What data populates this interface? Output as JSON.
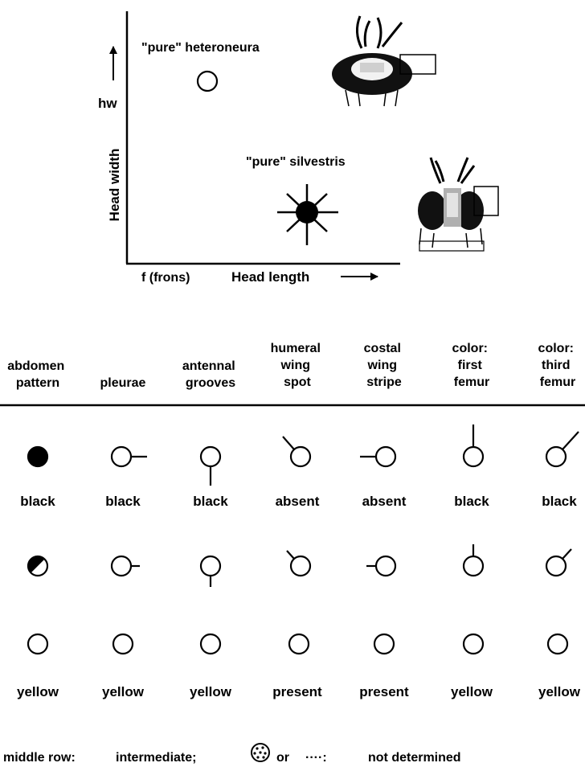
{
  "plot": {
    "hw_label": "hw",
    "y_axis_label": "Head width",
    "x_axis_label": "Head length",
    "f_label": "f (frons)",
    "heteroneura_label": "\"pure\" heteroneura",
    "silvestris_label": "\"pure\" silvestris"
  },
  "columns": [
    {
      "header": [
        "abdomen",
        "pattern"
      ],
      "row1": "black",
      "row3": "yellow"
    },
    {
      "header": [
        "pleurae"
      ],
      "row1": "black",
      "row3": "yellow"
    },
    {
      "header": [
        "antennal",
        "grooves"
      ],
      "row1": "black",
      "row3": "yellow"
    },
    {
      "header": [
        "humeral",
        "wing",
        "spot"
      ],
      "row1": "absent",
      "row3": "present"
    },
    {
      "header": [
        "costal",
        "wing",
        "stripe"
      ],
      "row1": "absent",
      "row3": "present"
    },
    {
      "header": [
        "color:",
        "first",
        "femur"
      ],
      "row1": "black",
      "row3": "yellow"
    },
    {
      "header": [
        "color:",
        "third",
        "femur"
      ],
      "row1": "black",
      "row3": "yellow"
    }
  ],
  "legend": {
    "prefix": "middle row:",
    "intermediate": "intermediate;",
    "or": "or",
    "dots": "····:",
    "not_determined": "not determined"
  }
}
